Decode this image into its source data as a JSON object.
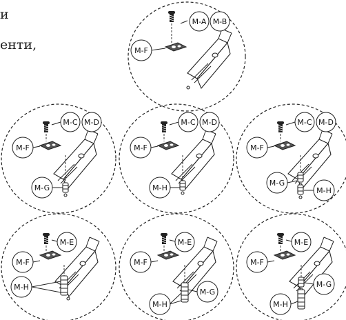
{
  "text": {
    "line1": "и",
    "line2": "енти,"
  },
  "panels": [
    {
      "labels": [
        "M-A",
        "M-B",
        "M-F"
      ]
    },
    {
      "labels": [
        "M-C",
        "M-D",
        "M-F",
        "M-G"
      ]
    },
    {
      "labels": [
        "M-C",
        "M-D",
        "M-F",
        "M-H"
      ]
    },
    {
      "labels": [
        "M-C",
        "M-D",
        "M-F",
        "M-G",
        "M-H"
      ]
    },
    {
      "labels": [
        "M-E",
        "M-F",
        "M-H"
      ]
    },
    {
      "labels": [
        "M-E",
        "M-F",
        "M-H",
        "M-G"
      ]
    },
    {
      "labels": [
        "M-E",
        "M-F",
        "M-G",
        "M-H"
      ]
    }
  ]
}
